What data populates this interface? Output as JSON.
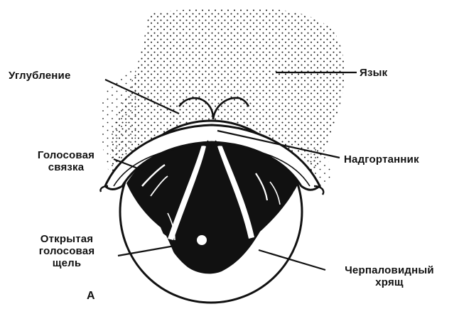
{
  "diagram": {
    "labels": {
      "depression": "Углубление",
      "tongue": "Язык",
      "vocal_cord": [
        "Голосовая",
        "связка"
      ],
      "epiglottis": "Надгортанник",
      "open_glottis": [
        "Открытая",
        "голосовая",
        "щель"
      ],
      "arytenoid_cartilage": [
        "Черпаловидный",
        "хрящ"
      ],
      "panel_letter": "А"
    },
    "colors": {
      "ink": "#111111",
      "stipple": "#1a1a1a",
      "background": "#ffffff"
    }
  }
}
